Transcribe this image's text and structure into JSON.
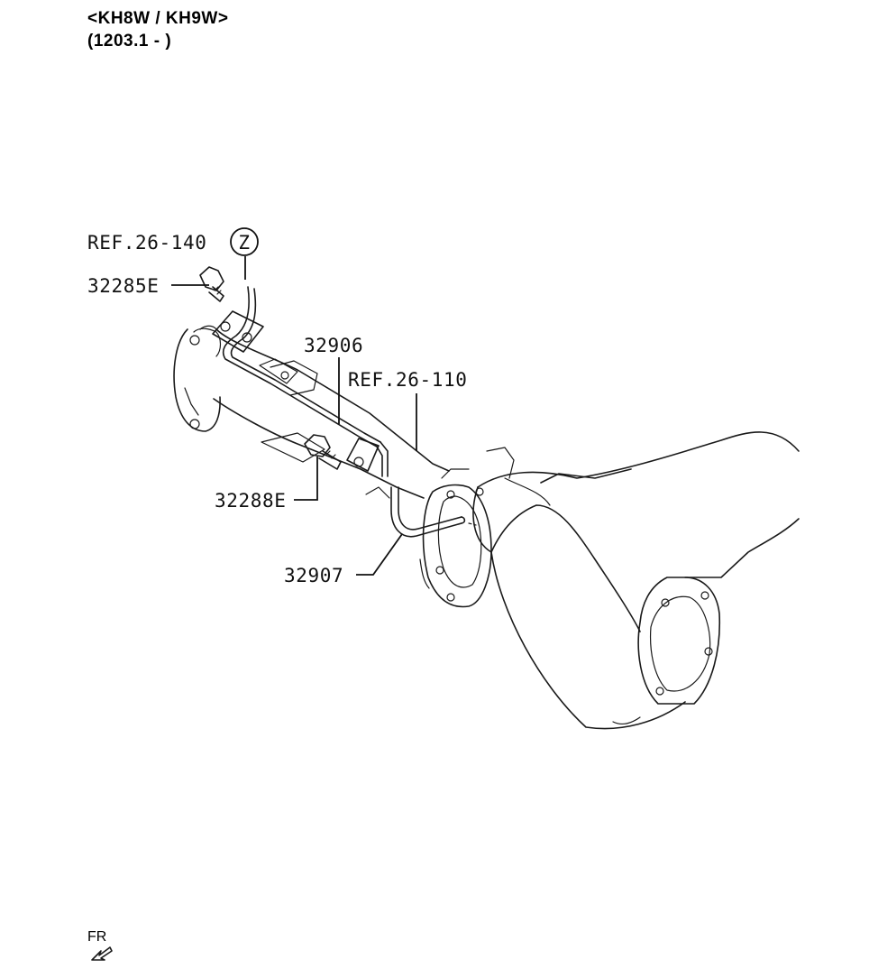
{
  "header": {
    "model": "<KH8W / KH9W>",
    "date_range": "(1203.1 - )"
  },
  "callouts": {
    "ref_26_140": "REF.26-140",
    "circle_z": "Z",
    "part_32285e": "32285E",
    "part_32906": "32906",
    "ref_26_110": "REF.26-110",
    "part_32288e": "32288E",
    "part_32907": "32907"
  },
  "orientation": {
    "label": "FR"
  }
}
